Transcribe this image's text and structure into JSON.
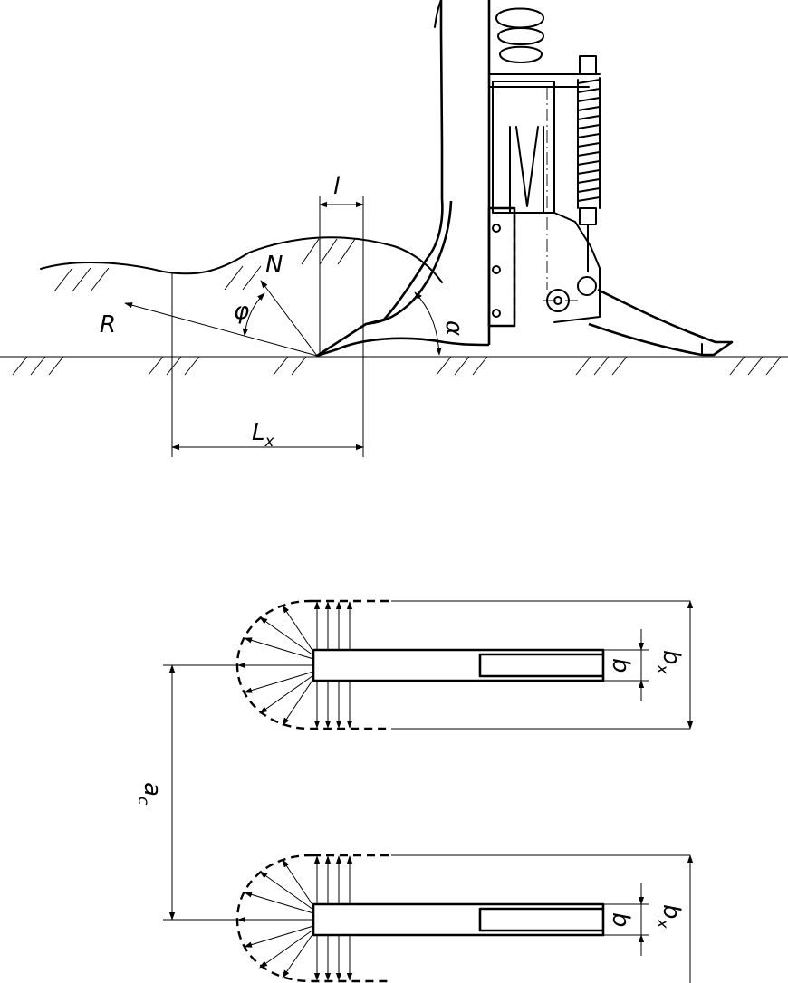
{
  "side_view": {
    "labels": {
      "R": "R",
      "N": "N",
      "phi": "φ",
      "l": "l",
      "alpha": "α",
      "Lx_main": "L",
      "Lx_sub": "x"
    }
  },
  "plan_view": {
    "labels": {
      "b_top": "b",
      "bx_top_main": "b",
      "bx_top_sub": "x",
      "b_bottom": "b",
      "bx_bottom_main": "b",
      "bx_bottom_sub": "x",
      "ac_main": "a",
      "ac_sub": "c"
    }
  }
}
